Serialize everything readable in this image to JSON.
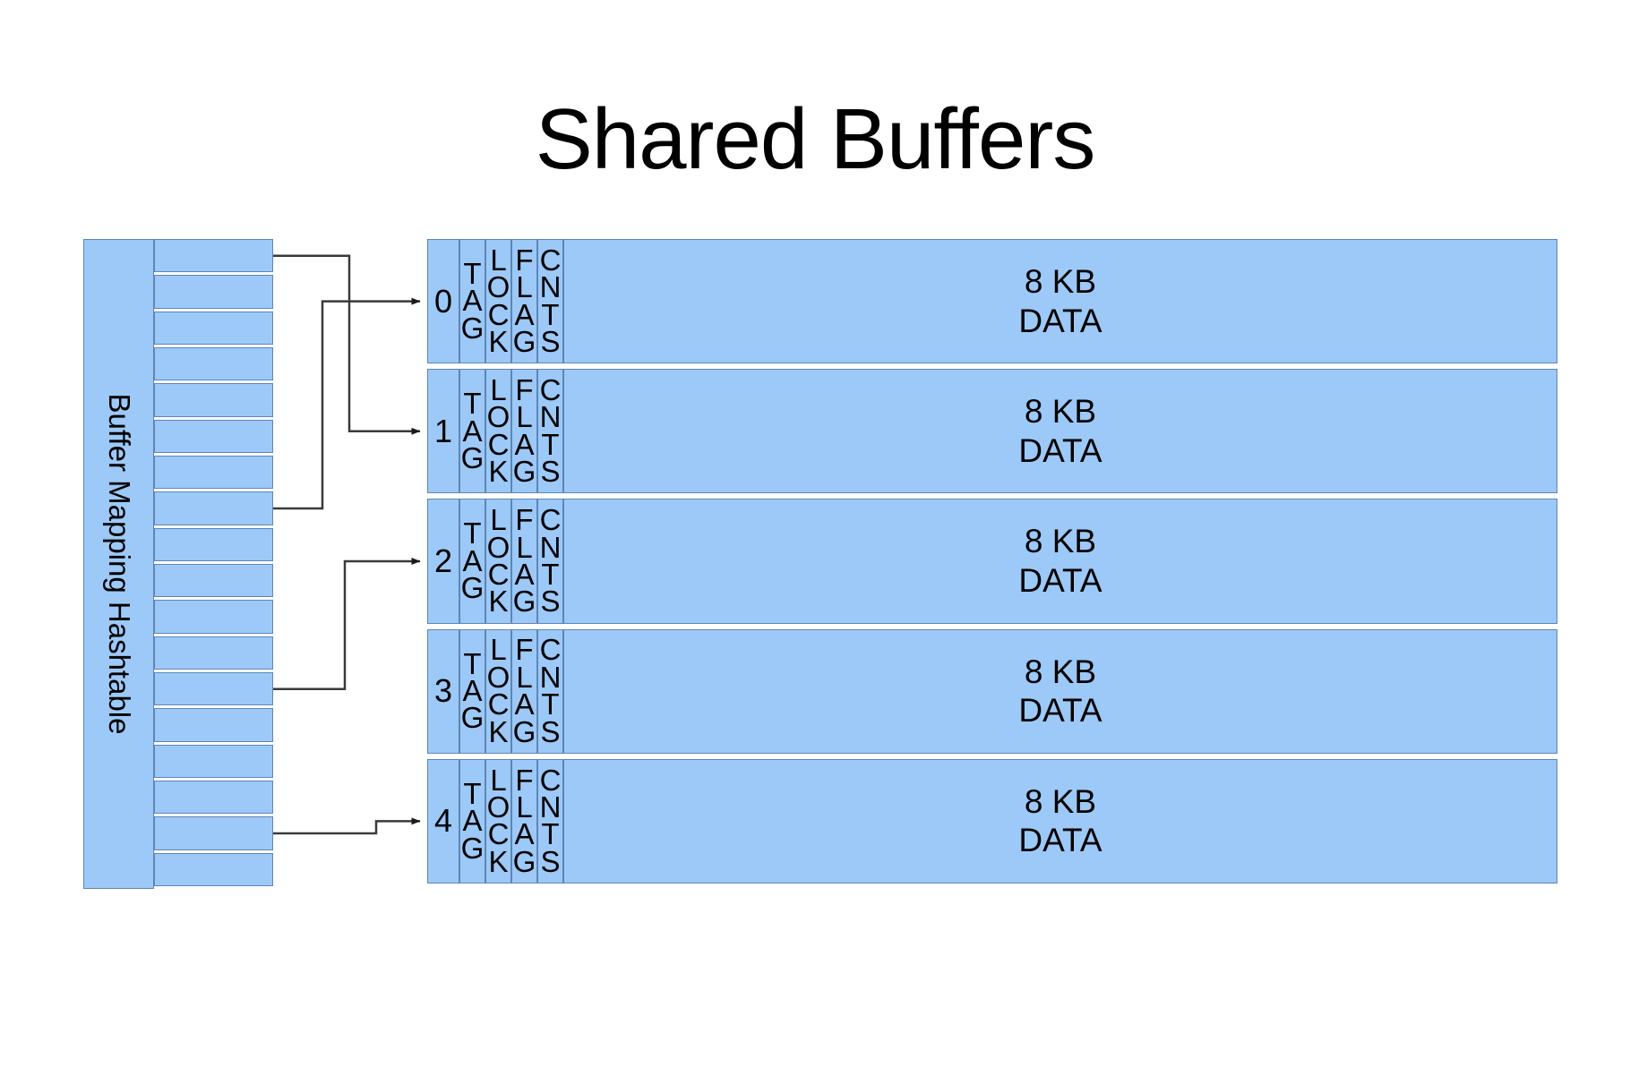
{
  "title": "Shared Buffers",
  "hashtable": {
    "label": "Buffer Mapping Hashtable",
    "slot_count": 18,
    "fill": "#9CC9F7",
    "stroke": "#5E86B4"
  },
  "columns": {
    "tag": "TAG",
    "lock": "LOCK",
    "flag": "FLAG",
    "cnts": "CNTS"
  },
  "buffers": [
    {
      "index": "0",
      "tag": "TAG",
      "lock": "LOCK",
      "flag": "FLAG",
      "cnts": "CNTS",
      "size": "8 KB",
      "data": "DATA"
    },
    {
      "index": "1",
      "tag": "TAG",
      "lock": "LOCK",
      "flag": "FLAG",
      "cnts": "CNTS",
      "size": "8 KB",
      "data": "DATA"
    },
    {
      "index": "2",
      "tag": "TAG",
      "lock": "LOCK",
      "flag": "FLAG",
      "cnts": "CNTS",
      "size": "8 KB",
      "data": "DATA"
    },
    {
      "index": "3",
      "tag": "TAG",
      "lock": "LOCK",
      "flag": "FLAG",
      "cnts": "CNTS",
      "size": "8 KB",
      "data": "DATA"
    },
    {
      "index": "4",
      "tag": "TAG",
      "lock": "LOCK",
      "flag": "FLAG",
      "cnts": "CNTS",
      "size": "8 KB",
      "data": "DATA"
    }
  ],
  "connectors": [
    {
      "from_slot": 0,
      "to_buffer": 1,
      "name": "hashtable-to-buffer-1"
    },
    {
      "from_slot": 7,
      "to_buffer": 0,
      "name": "hashtable-to-buffer-0"
    },
    {
      "from_slot": 12,
      "to_buffer": 2,
      "name": "hashtable-to-buffer-2"
    },
    {
      "from_slot": 16,
      "to_buffer": 4,
      "name": "hashtable-to-buffer-4"
    }
  ],
  "colors": {
    "block_fill": "#9CC9F7",
    "block_stroke": "#5E86B4",
    "line": "#3A3A3A",
    "text": "#000000",
    "background": "#FFFFFF"
  }
}
